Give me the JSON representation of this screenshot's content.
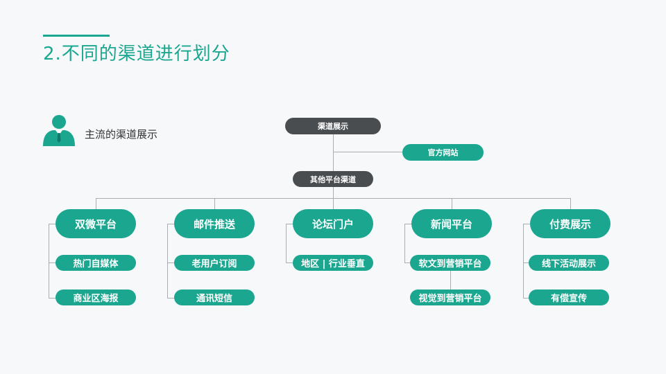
{
  "header": {
    "title": "2.不同的渠道进行划分",
    "accent_color": "#1aa68f"
  },
  "intro": {
    "icon": "person-businessman-icon",
    "label": "主流的渠道展示"
  },
  "colors": {
    "teal": "#1aa68f",
    "dark": "#4a4d50",
    "line": "#a9adb2",
    "background": "#f6f8fa"
  },
  "tree": {
    "root": "渠道展示",
    "side_branch": "官方网站",
    "mid": "其他平台渠道",
    "categories": [
      {
        "label": "双微平台",
        "children": [
          "热门自媒体",
          "商业区海报"
        ]
      },
      {
        "label": "邮件推送",
        "children": [
          "老用户订阅",
          "通讯短信"
        ]
      },
      {
        "label": "论坛门户",
        "children": [
          "地区 | 行业垂直"
        ]
      },
      {
        "label": "新闻平台",
        "children": [
          "软文到营销平台",
          "视觉到营销平台"
        ]
      },
      {
        "label": "付费展示",
        "children": [
          "线下活动展示",
          "有偿宣传"
        ]
      }
    ]
  }
}
